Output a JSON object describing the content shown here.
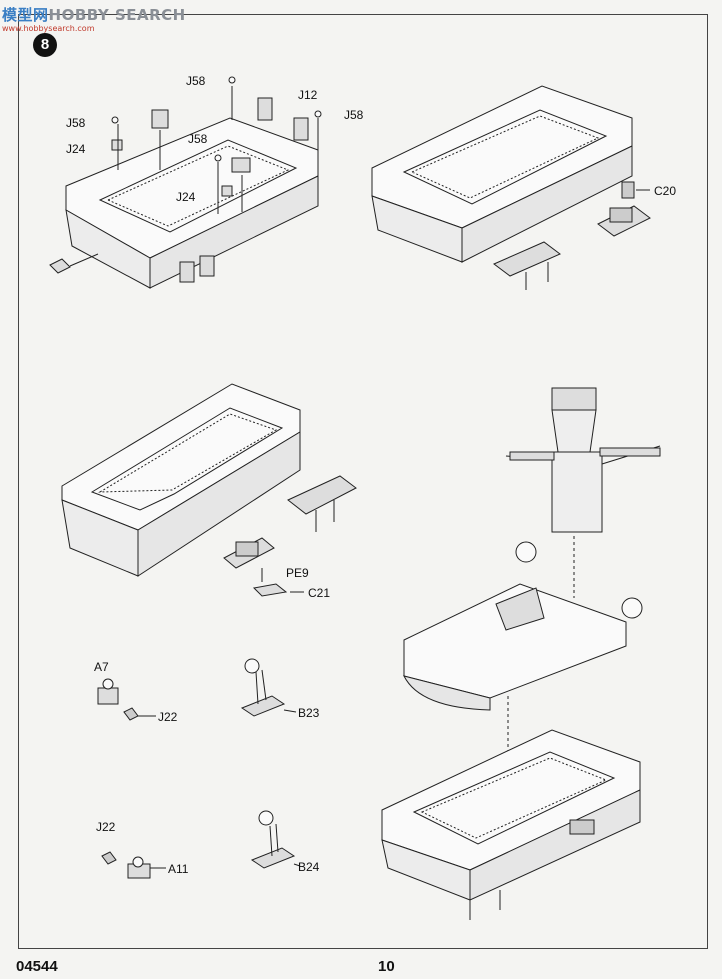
{
  "watermark": {
    "cn": "模型网",
    "en": "HOBBY SEARCH",
    "url": "www.hobbysearch.com"
  },
  "step_number": "8",
  "labels": {
    "j58_a": "J58",
    "j12": "J12",
    "j58_b": "J58",
    "j58_c": "J58",
    "j24_a": "J24",
    "j58_d": "J58",
    "j24_b": "J24",
    "c20": "C20",
    "pe9": "PE9",
    "c21": "C21",
    "a7": "A7",
    "j22_a": "J22",
    "b23": "B23",
    "j22_b": "J22",
    "a11": "A11",
    "b24": "B24"
  },
  "footer": {
    "code": "04544",
    "page": "10"
  }
}
